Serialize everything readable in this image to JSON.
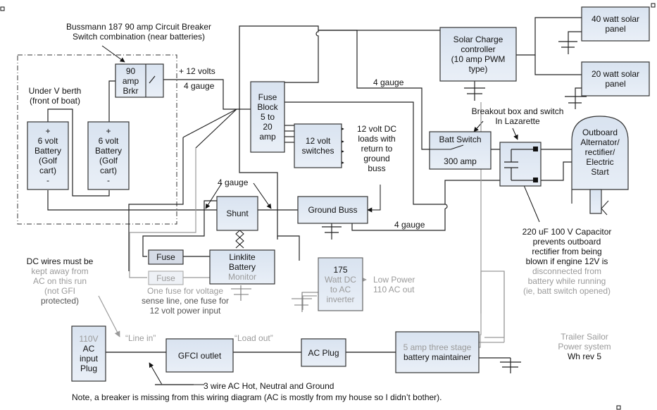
{
  "title": {
    "lines": [
      "Trailer Sailor",
      "Power system",
      "Wh rev 5"
    ]
  },
  "components": {
    "breaker": {
      "lines": [
        "90",
        "amp",
        "Brkr"
      ]
    },
    "battery_1": {
      "lines": [
        "+",
        "6 volt",
        "Battery",
        "(Golf",
        "cart)",
        "-"
      ]
    },
    "battery_2": {
      "lines": [
        "+",
        "6 volt",
        "Battery",
        "(Golf",
        "cart)",
        "-"
      ]
    },
    "fuse_block": {
      "lines": [
        "Fuse",
        "Block",
        "5 to",
        "20",
        "amp"
      ]
    },
    "switches": {
      "lines": [
        "12 volt",
        "switches"
      ]
    },
    "solar_controller": {
      "lines": [
        "Solar Charge",
        "controller",
        "(10 amp PWM",
        "type)"
      ]
    },
    "solar_40": {
      "lines": [
        "40 watt solar",
        "panel"
      ]
    },
    "solar_20": {
      "lines": [
        "20 watt solar",
        "panel"
      ]
    },
    "batt_switch": {
      "lines": [
        "Batt Switch",
        "300 amp"
      ]
    },
    "outboard": {
      "lines": [
        "Outboard",
        "Alternator/",
        "rectifier/",
        "Electric",
        "Start"
      ]
    },
    "shunt": {
      "lines": [
        "Shunt"
      ]
    },
    "ground_buss": {
      "lines": [
        "Ground Buss"
      ]
    },
    "fuse_1": {
      "lines": [
        "Fuse"
      ]
    },
    "fuse_2": {
      "lines": [
        "Fuse"
      ]
    },
    "linklite": {
      "lines": [
        "Linklite",
        "Battery",
        "Monitor"
      ]
    },
    "inverter": {
      "lines": [
        "175",
        "Watt DC",
        "to AC",
        "inverter"
      ]
    },
    "ac_input": {
      "lines": [
        "110V",
        "AC",
        "input",
        "Plug"
      ]
    },
    "gfci": {
      "lines": [
        "GFCI outlet"
      ]
    },
    "ac_plug": {
      "lines": [
        "AC Plug"
      ]
    },
    "maintainer": {
      "lines": [
        "5 amp three stage",
        "battery maintainer"
      ]
    }
  },
  "annotations": {
    "breaker_note": [
      "Bussmann 187  90 amp Circuit Breaker",
      "Switch combination (near batteries)"
    ],
    "v_berth": [
      "Under V berth",
      "(front of boat)"
    ],
    "plus_12": "+ 12 volts",
    "gauge_main": "4 gauge",
    "gauge_solar": "4 gauge",
    "gauge_shunt": "4 gauge",
    "gauge_ground": "4 gauge",
    "dc_loads": [
      "12 volt DC",
      "loads with",
      "return to",
      "ground",
      "buss"
    ],
    "breakout": [
      "Breakout box and switch",
      "In Lazarette"
    ],
    "capacitor_note": [
      "220 uF 100 V Capacitor",
      "prevents outboard",
      "rectifier from being",
      "blown if engine 12V is",
      "disconnected from",
      "battery while running",
      "(ie, batt switch opened)"
    ],
    "fuse_note": [
      "One fuse for voltage",
      "sense line, one fuse for",
      "12 volt power input"
    ],
    "low_power": [
      "Low Power",
      "110 AC out"
    ],
    "dc_wires_note": [
      "DC wires must be",
      "kept away from",
      "AC on this run",
      "(not GFI",
      "protected)"
    ],
    "line_in": "“Line in”",
    "load_out": "“Load out”",
    "ac_wire_legend": "3 wire AC Hot, Neutral and Ground",
    "breaker_missing_note": "Note, a breaker is missing from this wiring diagram (AC is mostly from my house so I didn’t bother)."
  },
  "colors": {
    "box_fill": "#dde6f2",
    "box_stroke": "#333333",
    "wire": "#222222",
    "grey_wire": "#9a9a9a",
    "grey_text": "#9a9a9a"
  }
}
